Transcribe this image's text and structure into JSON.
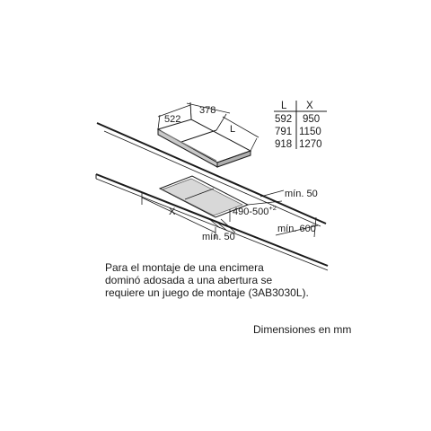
{
  "top_dims": {
    "width": "378",
    "depth": "522",
    "length": "L"
  },
  "size_table": {
    "headers": [
      "L",
      "X"
    ],
    "rows": [
      [
        "592",
        "950"
      ],
      [
        "791",
        "1150"
      ],
      [
        "918",
        "1270"
      ]
    ]
  },
  "cutout": {
    "x_label": "X",
    "depth_base": "490-500",
    "depth_tol": "+2",
    "min_back": "mín. 50",
    "min_front": "mín. 50",
    "min_side": "mín. 600"
  },
  "note_lines": [
    "Para el montaje de una encimera",
    "dominó adosada a una abertura se",
    "requiere un juego de montaje (3AB3030L)."
  ],
  "units_text": "Dimensiones en mm"
}
